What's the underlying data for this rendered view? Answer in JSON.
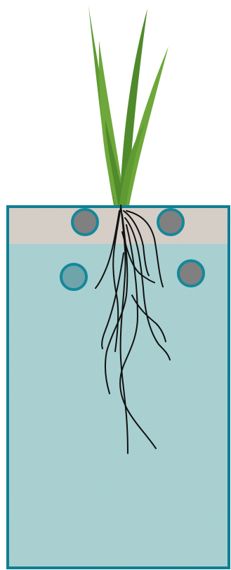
{
  "colors": {
    "background": "#ffffff",
    "container_border": "#0e7f92",
    "water_fill": "#a8cfd0",
    "water_speckle": "#8ab9bb",
    "topsoil_fill": "#d6cec6",
    "topsoil_speckle": "#b3aaa2",
    "sensor_fill": "#808080",
    "sensor_border": "#14889a",
    "sensor_submerged_fill": "#6fa5aa",
    "plant_dark": "#4f8a2c",
    "plant_light": "#6ea83a",
    "roots": "#111111"
  },
  "parts": {
    "container": "container",
    "topsoil": "topsoil-layer",
    "water": "water-medium",
    "plant": "plant-seedling",
    "roots": "root-system",
    "sensors": [
      "sensor-top-left",
      "sensor-top-right",
      "sensor-mid-left",
      "sensor-mid-right"
    ]
  }
}
